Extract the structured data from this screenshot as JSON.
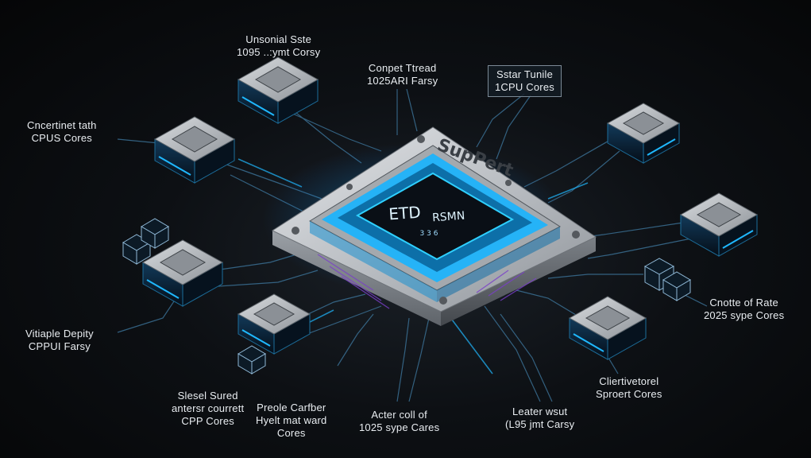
{
  "chip": {
    "top_label": "SupPert",
    "die_text": "ETD",
    "die_subtext": "RSMN",
    "die_tiny": "3 3 6"
  },
  "labels": {
    "top_left": {
      "line1": "Unsonial Sste",
      "line2": "1095 ..:ymt Corsy"
    },
    "top_center": {
      "line1": "Conpet Ttread",
      "line2": "1025ARI Farsy"
    },
    "top_right": {
      "line1": "Sstar Tunile",
      "line2": "1CPU Cores"
    },
    "left_upper": {
      "line1": "Cncertinet tath",
      "line2": "CPUS Cores"
    },
    "left_lower": {
      "line1": "Vitiaple Depity",
      "line2": "CPPUI Farsy"
    },
    "bottom_left": {
      "line1": "Slesel Sured",
      "line2": "antersr courrett",
      "line3": "CPP Cores"
    },
    "bottom_center_left": {
      "line1": "Preole Carfber",
      "line2": "Hyelt mat ward",
      "line3": "Cores"
    },
    "bottom_center": {
      "line1": "Acter coll of",
      "line2": "1025 sype Cares"
    },
    "bottom_right": {
      "line1": "Leater wsut",
      "line2": "(L95 jmt Carsy"
    },
    "right_upper": {
      "line1": "Cnotte of Rate",
      "line2": "2025 sype Cores"
    },
    "right_lower": {
      "line1": "Cliertivetorel",
      "line2": "Sproert Cores"
    }
  },
  "colors": {
    "background": "#07090b",
    "accent_cyan": "#1fb8ff",
    "chip_silver": "#c9ccd0",
    "trace_purple": "#7a3ec9"
  }
}
